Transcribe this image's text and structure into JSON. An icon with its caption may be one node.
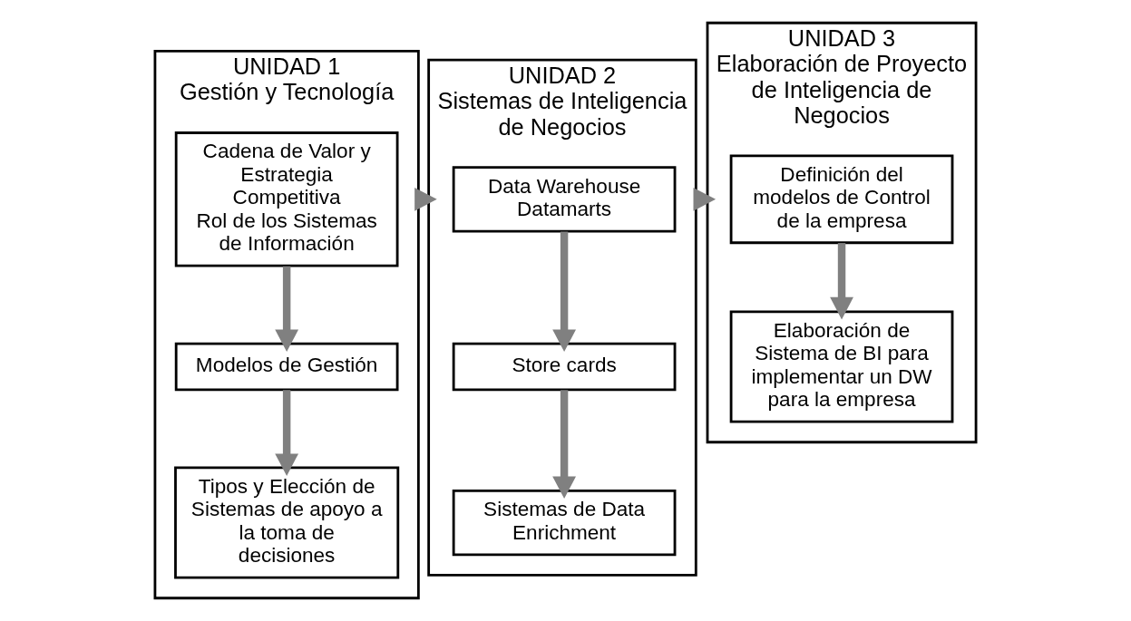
{
  "diagram": {
    "nodes": [
      {
        "text": [
          "UNIDAD 1",
          "Gestión y Tecnología"
        ]
      },
      {
        "text": [
          "Cadena de Valor y Estrategia Competitiva",
          "Rol de los Sistemas de Información"
        ],
        "in": 0
      },
      {
        "text": [
          "Modelos de Gestión"
        ],
        "in": 0
      },
      {
        "text": [
          "Tipos y Elección de Sistemas de apoyo a la toma de decisiones"
        ],
        "in": 0
      },
      {
        "text": [
          "UNIDAD 2",
          "Sistemas de Inteligencia de Negocios"
        ]
      },
      {
        "text": [
          "Data Warehouse",
          "Datamarts"
        ],
        "in": 4
      },
      {
        "text": [
          "Store cards"
        ],
        "in": 4
      },
      {
        "text": [
          "Sistemas de Data Enrichment"
        ],
        "in": 4
      },
      {
        "text": [
          "UNIDAD 3",
          "Elaboración de Proyecto de Inteligencia de Negocios"
        ]
      },
      {
        "text": [
          "Definición del modelos de Control de la empresa"
        ],
        "in": 8
      },
      {
        "text": [
          "Elaboración de Sistema de BI para implementar un DW para la empresa"
        ],
        "in": 8
      }
    ],
    "edges": [
      {
        "from": 1,
        "to": 2,
        "arrow": "to"
      },
      {
        "from": 2,
        "to": 3,
        "arrow": "to"
      },
      {
        "from": 0,
        "to": 4,
        "arrow": "to"
      },
      {
        "from": 5,
        "to": 6,
        "arrow": "to"
      },
      {
        "from": 6,
        "to": 7,
        "arrow": "to"
      },
      {
        "from": 4,
        "to": 8,
        "arrow": "to"
      },
      {
        "from": 9,
        "to": 10,
        "arrow": "to"
      }
    ]
  }
}
